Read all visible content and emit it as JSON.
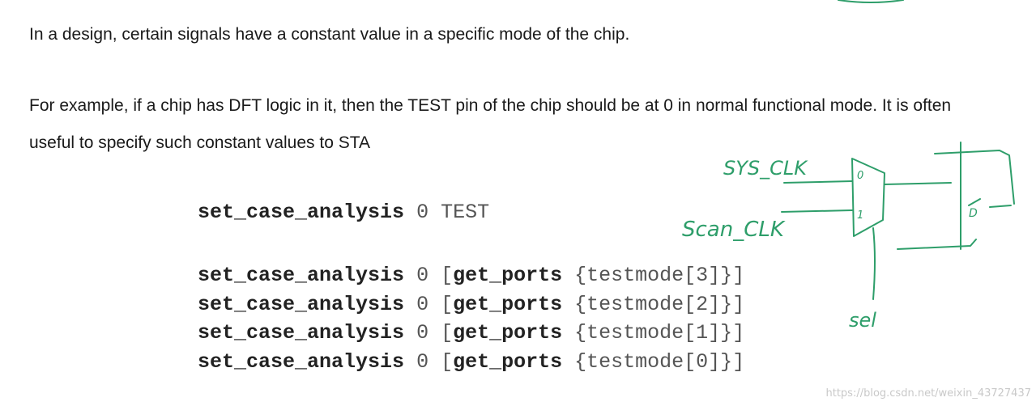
{
  "paragraphs": {
    "p1": "In a design, certain signals have a constant value in a specific mode of the chip.",
    "p2": "For example, if a chip has DFT logic in it, then the TEST pin of the chip should be at 0 in normal functional mode. It is often useful to specify such constant values to STA"
  },
  "code": {
    "simple": {
      "cmd": "set_case_analysis",
      "value": "0",
      "target": "TEST"
    },
    "lines": [
      {
        "cmd": "set_case_analysis",
        "value": "0",
        "open": "[",
        "func": "get_ports",
        "arg": "{testmode[3]}",
        "close": "]"
      },
      {
        "cmd": "set_case_analysis",
        "value": "0",
        "open": "[",
        "func": "get_ports",
        "arg": "{testmode[2]}",
        "close": "]"
      },
      {
        "cmd": "set_case_analysis",
        "value": "0",
        "open": "[",
        "func": "get_ports",
        "arg": "{testmode[1]}",
        "close": "]"
      },
      {
        "cmd": "set_case_analysis",
        "value": "0",
        "open": "[",
        "func": "get_ports",
        "arg": "{testmode[0]}",
        "close": "]"
      }
    ]
  },
  "sketch": {
    "label_sys_clk": "SYS_CLK",
    "label_scan_clk": "Scan_CLK",
    "label_sel": "sel",
    "mux_in0": "0",
    "mux_in1": "1",
    "ff_d": "D",
    "ink_color": "#2e9e6a"
  },
  "watermark": "https://blog.csdn.net/weixin_43727437"
}
